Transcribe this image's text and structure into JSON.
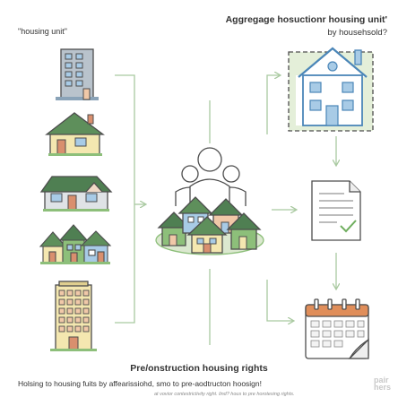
{
  "labels": {
    "left_label": "\"housing unit\"",
    "title_line1": "Aggregage hosuctionr housing unit'",
    "title_line2": "by househsold?",
    "bottom_title": "Pre/onstruction housing rights",
    "bottom_subtitle": "Holsing to housing fuits by affearissiohd, smo to pre-aodtructon hoosign!",
    "bottom_note": "at vovior contestrictivity right. lind? hous to pre horotesing rights.",
    "watermark": "pair\nhers"
  },
  "colors": {
    "connector": "#a9c9a0",
    "outline": "#4d4d4d",
    "green": "#8dbf7a",
    "dark_green": "#4f7f52",
    "blue": "#a8cbe6",
    "yellow": "#f4e7b0",
    "peach": "#f0c8a8"
  },
  "icons": {
    "left_column": [
      "apartment-tower-icon",
      "house-icon",
      "bungalow-icon",
      "row-houses-icon",
      "high-rise-icon"
    ],
    "center": "household-with-houses-icon",
    "right_column": [
      "blueprint-house-icon",
      "document-check-icon",
      "calendar-icon"
    ]
  }
}
